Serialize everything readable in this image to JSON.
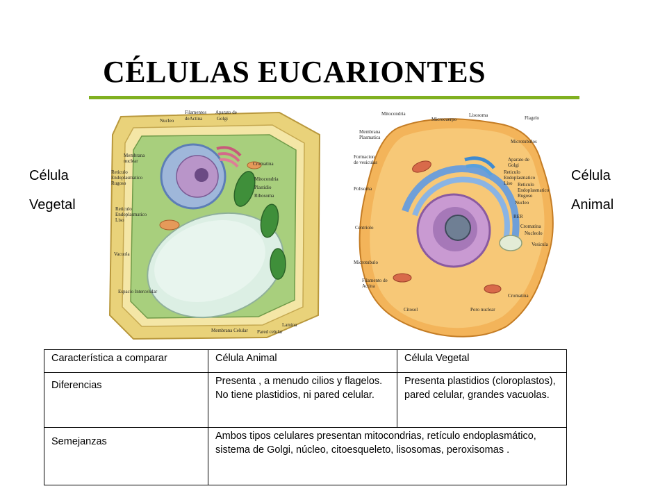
{
  "title": "CÉLULAS EUCARIONTES",
  "colors": {
    "rule": "#80b020"
  },
  "left_label": {
    "line1": "Célula",
    "line2": "Vegetal"
  },
  "right_label": {
    "line1": "Célula",
    "line2": "Animal"
  },
  "plant_cell_labels": {
    "nucleo": "Nucleo",
    "filamentos": "Filamentos",
    "de_actina": "deActina",
    "aparato_de": "Aparato de",
    "golgi": "Golgi",
    "membrana": "Membrana",
    "nuclear": "nuclear",
    "reticulo1": "Reticulo",
    "endoplasmatico1": "Endoplasmatico",
    "rugoso": "Rugoso",
    "reticulo2": "Reticulo",
    "endoplasmatico2": "Endoplasmatico",
    "liso": "Liso",
    "cromatina": "Cromatina",
    "mitocondria": "Mitocondria",
    "plastidio": "Plastidio",
    "ribosoma": "Ribosoma",
    "vacuola": "Vacuola",
    "espacio": "Espacio Intercelular",
    "membrana_celular": "Membrana Celular",
    "lamina": "Lamina",
    "pared_celular": "Pared celular"
  },
  "animal_cell_labels": {
    "mitocondria": "Mitocondria",
    "microcuerpo": "Microcuerpo",
    "lisosoma": "Lisosoma",
    "flagelo": "Flagelo",
    "membrana": "Membrana",
    "plasmatica": "Plasmatica",
    "microtubulos": "Microtubulos",
    "formacion": "Formacion",
    "de_vesiculas": "de vesiculas",
    "aparato_de": "Aparato de",
    "golgi": "Golgi",
    "reticulo1": "Reticulo",
    "endoplasmatico1": "Endoplasmatico",
    "liso": "Liso",
    "polisoma": "Polisoma",
    "reticulo2": "Reticulo",
    "endoplasmatico2": "Endoplasmatico",
    "rugoso": "Rugoso",
    "nucleo": "Nucleo",
    "rer": "RER",
    "centriolo": "Centriolo",
    "cromatina1": "Cromatina",
    "nucleolo": "Nucleolo",
    "vesicula": "Vesicula",
    "microtubulo": "Microtubulo",
    "filamento_de": "Filamento de",
    "actina": "Actina",
    "cromatina2": "Cromatina",
    "citosol": "Citosol",
    "poro_nuclear": "Poro nuclear"
  },
  "table": {
    "headers": [
      "Característica a comparar",
      "Célula Animal",
      "Célula Vegetal"
    ],
    "diferencias": {
      "label": "Diferencias",
      "animal": "Presenta , a menudo cilios y flagelos. No tiene plastidios, ni pared celular.",
      "vegetal": "Presenta plastidios (cloroplastos), pared celular, grandes vacuolas."
    },
    "semejanzas": {
      "label": "Semejanzas",
      "text": "Ambos tipos celulares presentan mitocondrias, retículo endoplasmático, sistema de Golgi, núcleo, citoesqueleto, lisosomas, peroxisomas ."
    }
  }
}
